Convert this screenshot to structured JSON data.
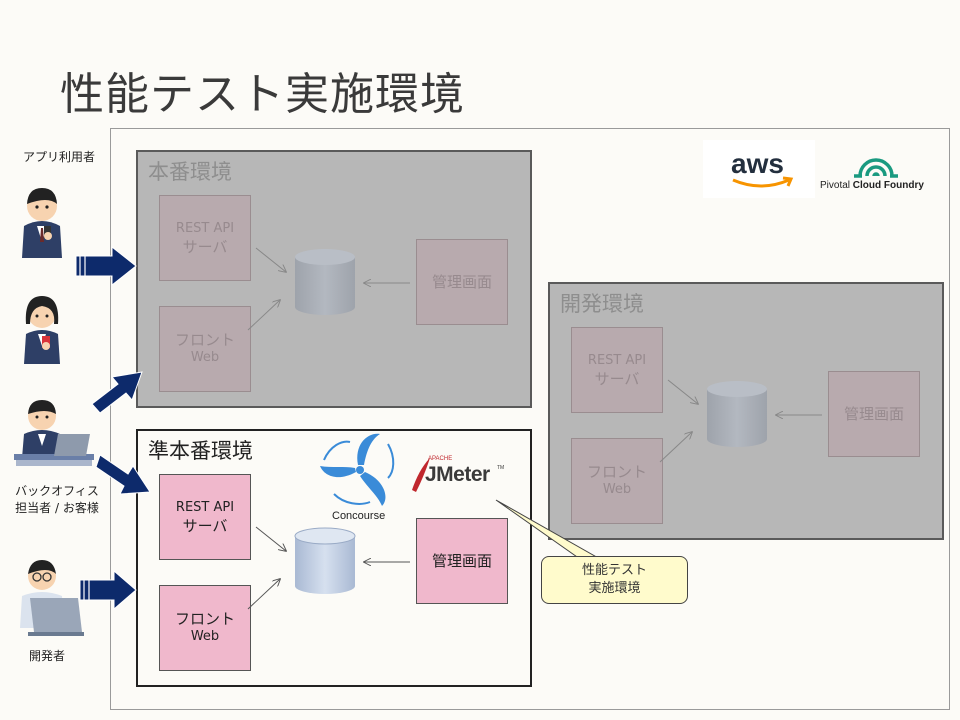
{
  "title": "性能テスト実施環境",
  "environments": {
    "prod": {
      "title": "本番環境",
      "api_line1": "REST API",
      "api_line2": "サーバ",
      "front_line1": "フロント",
      "front_line2": "Web",
      "admin": "管理画面"
    },
    "dev": {
      "title": "開発環境",
      "api_line1": "REST API",
      "api_line2": "サーバ",
      "front_line1": "フロント",
      "front_line2": "Web",
      "admin": "管理画面"
    },
    "staging": {
      "title": "準本番環境",
      "api_line1": "REST API",
      "api_line2": "サーバ",
      "front_line1": "フロント",
      "front_line2": "Web",
      "admin": "管理画面"
    }
  },
  "actors": {
    "app_user": "アプリ利用者",
    "backoffice_line1": "バックオフィス",
    "backoffice_line2": "担当者 / お客様",
    "developer": "開発者"
  },
  "logos": {
    "aws": "aws",
    "pcf_brand1": "Pivotal",
    "pcf_brand2": "Cloud Foundry",
    "concourse": "Concourse",
    "jmeter_apache": "APACHE",
    "jmeter": "JMeter",
    "jmeter_tm": "TM"
  },
  "callout": {
    "line1": "性能テスト",
    "line2": "実施環境"
  },
  "colors": {
    "pink_box": "#f0b8cc",
    "gray_env": "#b7b7b7",
    "arrow_navy": "#0d2a6b",
    "callout_fill": "#fffbcc",
    "pcf_green": "#1a9a80",
    "concourse_blue": "#3a8bd8",
    "jmeter_red": "#c0272d"
  }
}
